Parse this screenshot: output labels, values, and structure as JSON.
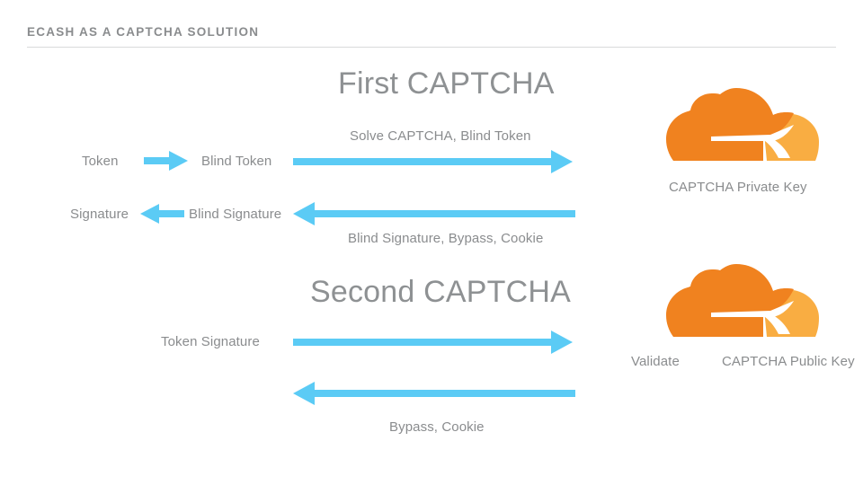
{
  "slide": {
    "title": "ECASH AS A CAPTCHA SOLUTION",
    "accent_blue": "#5BCBF5",
    "text_gray": "#8a8c8e",
    "rule_gray": "#d9dadb",
    "cloud_orange_dark": "#F0821F",
    "cloud_orange_light": "#F9AD42",
    "background": "#ffffff"
  },
  "sections": [
    {
      "heading": "First CAPTCHA",
      "left_labels": [
        "Token",
        "Blind Token",
        "Signature",
        "Blind Signature"
      ],
      "flows": [
        {
          "direction": "right",
          "label": "Solve CAPTCHA, Blind Token",
          "label_position": "above"
        },
        {
          "direction": "left",
          "label": "Blind Signature, Bypass, Cookie",
          "label_position": "below"
        }
      ],
      "endpoint": {
        "icon": "cloudflare-cloud-icon",
        "label": "CAPTCHA Private Key"
      }
    },
    {
      "heading": "Second CAPTCHA",
      "left_labels": [
        "Token",
        "Signature"
      ],
      "flows": [
        {
          "direction": "right",
          "label": "",
          "label_position": "none"
        },
        {
          "direction": "left",
          "label": "Bypass, Cookie",
          "label_position": "below"
        }
      ],
      "endpoint": {
        "icon": "cloudflare-cloud-icon",
        "label": "CAPTCHA Public Key",
        "extra_label": "Validate"
      }
    }
  ],
  "labels": {
    "token": "Token",
    "blind_token": "Blind Token",
    "signature": "Signature",
    "blind_signature": "Blind Signature",
    "solve_captcha_blind_token": "Solve CAPTCHA, Blind Token",
    "blind_signature_bypass_cookie": "Blind Signature, Bypass, Cookie",
    "captcha_private_key": "CAPTCHA Private Key",
    "token_signature": "Token  Signature",
    "validate": "Validate",
    "captcha_public_key": "CAPTCHA Public Key",
    "bypass_cookie": "Bypass, Cookie"
  }
}
